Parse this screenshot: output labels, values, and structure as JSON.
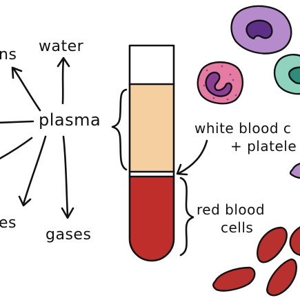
{
  "labels": {
    "plasma": "plasma",
    "water": "water",
    "top_left_fragment": "ns",
    "bottom_left_fragment": "es",
    "gases": "gases",
    "wbc_line1": "white blood c",
    "wbc_line2": "+ platele",
    "rbc_line1": "red blood",
    "rbc_line2": "cells"
  },
  "colors": {
    "plasma_layer": "#F6CFA0",
    "red_layer": "#BF2E2A",
    "buffy_coat": "#FFFFFF",
    "tube_top": "#FFFFFF",
    "purple_cell": "#B58BCC",
    "purple_nucleus": "#5E2F87",
    "pink_cell": "#E57BA2",
    "pink_nucleus": "#8A3E94",
    "teal_cell": "#8FD3BF",
    "teal_nucleus": "#2E8C78",
    "red_cell": "#B9312E",
    "ink": "#111111"
  },
  "icons": {
    "tube": "blood-tube-icon",
    "wbc": "white-blood-cell-icon",
    "rbc": "red-blood-cell-icon",
    "platelet": "platelet-icon"
  }
}
